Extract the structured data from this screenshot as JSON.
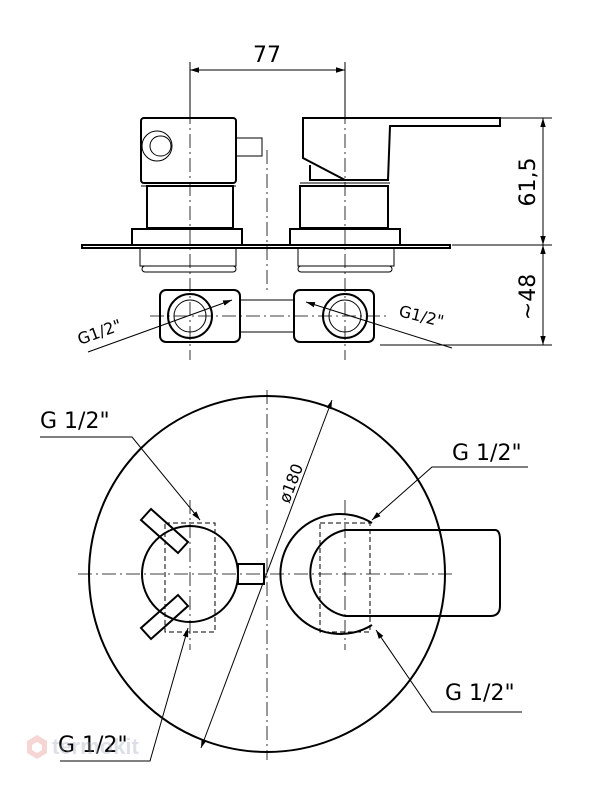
{
  "side_view": {
    "dim_width": "77",
    "dim_height": "61,5",
    "dim_depth": "~48",
    "thread_left": "G1/2\"",
    "thread_right": "G1/2\""
  },
  "front_view": {
    "dim_diameter": "ø180",
    "thread_top_left": "G 1/2\"",
    "thread_top_right": "G 1/2\"",
    "thread_bottom_right": "G 1/2\"",
    "thread_bottom_left": "G 1/2\""
  },
  "watermark": {
    "text": "termokit",
    "icon": "brand-logo-icon",
    "color": "#a0a8b8"
  }
}
